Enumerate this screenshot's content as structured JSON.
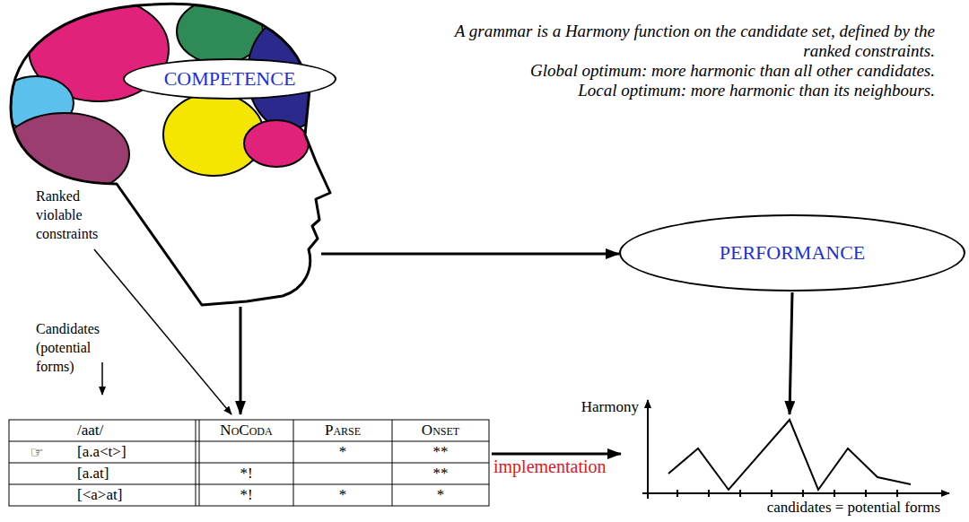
{
  "diagram": {
    "nodes": [
      {
        "text": [
          "COMPETENCE"
        ]
      },
      {
        "text": [
          "PERFORMANCE"
        ]
      }
    ],
    "labels": [
      "A grammar is a Harmony function on the candidate set, defined by the ranked constraints.",
      "Global optimum: more harmonic than all other candidates.",
      "Local optimum: more harmonic than its neighbours.",
      "Ranked violable constraints",
      "Candidates (potential forms)",
      "/aat/",
      "NoCoda",
      "Parse",
      "Onset",
      "☞",
      "[a.a<t>]",
      "*",
      "**",
      "[a.at]",
      "*!",
      "**",
      "[<a>at]",
      "*!",
      "*",
      "*",
      "implementation",
      "Harmony",
      "candidates = potential forms"
    ]
  }
}
